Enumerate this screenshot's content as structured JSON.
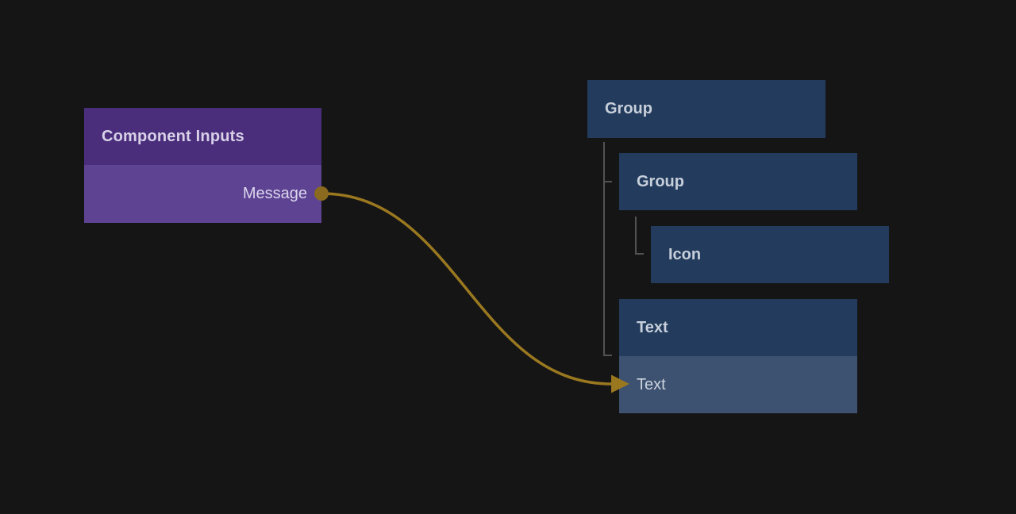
{
  "canvas": {
    "background_color": "#151515"
  },
  "inputs_node": {
    "title": "Component Inputs",
    "output_label": "Message",
    "header_color": "#4a2e7c",
    "row_color": "#5d4392",
    "title_text_color": "#d8d1e8",
    "output_text_color": "#dcd6ee"
  },
  "tree": {
    "node_color": "#233b5c",
    "selected_row_color": "#3d5170",
    "label_color": "#c7cfdb",
    "row_label_color": "#ccd3dd",
    "connector_color": "#525252",
    "nodes": [
      {
        "label": "Group"
      },
      {
        "label": "Group"
      },
      {
        "label": "Icon"
      },
      {
        "label": "Text",
        "input_row_label": "Text"
      }
    ]
  },
  "connection": {
    "line_color": "#9a7820",
    "port_color": "#8a6a1e"
  }
}
